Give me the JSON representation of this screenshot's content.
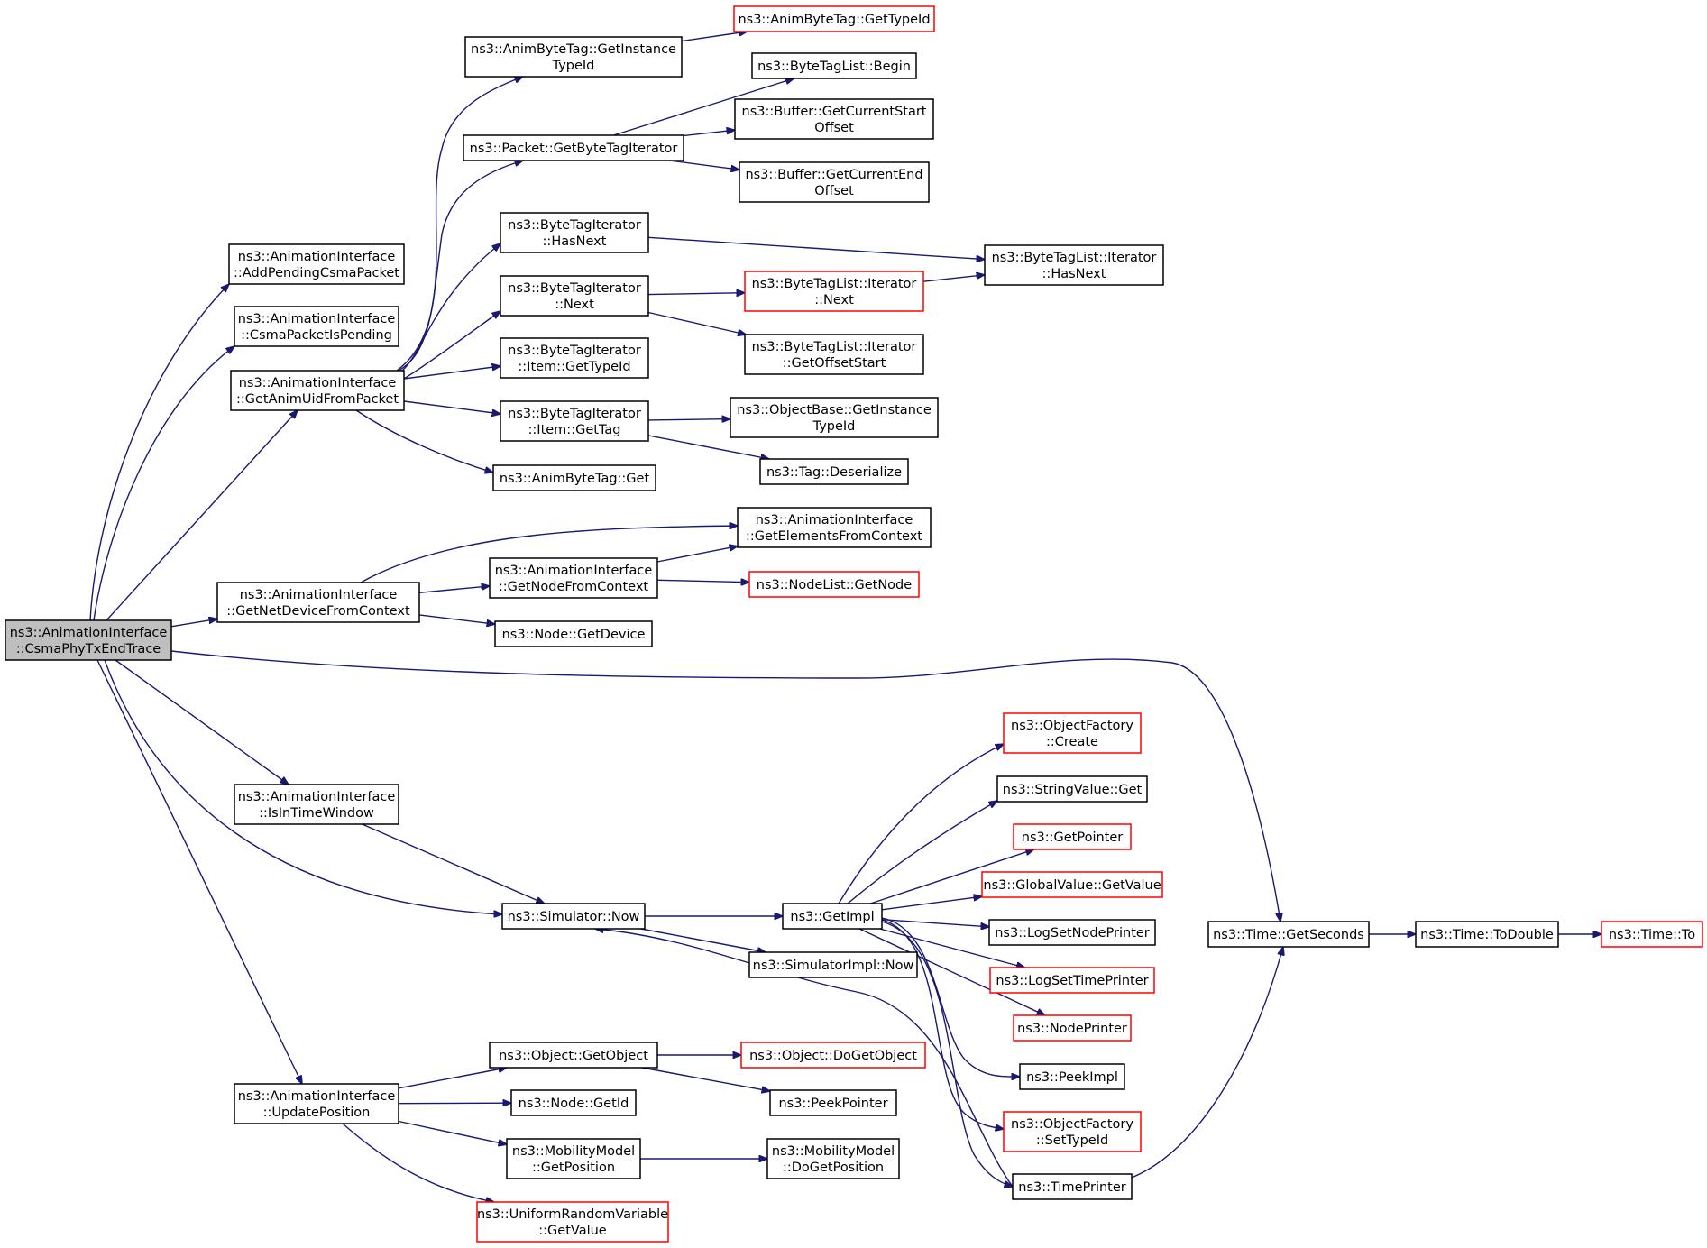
{
  "graph": {
    "root": "root",
    "nodes": [
      {
        "id": "root",
        "lines": [
          "ns3::AnimationInterface",
          "::CsmaPhyTxEndTrace"
        ],
        "style": "root"
      },
      {
        "id": "addPending",
        "lines": [
          "ns3::AnimationInterface",
          "::AddPendingCsmaPacket"
        ],
        "style": "normal"
      },
      {
        "id": "isPending",
        "lines": [
          "ns3::AnimationInterface",
          "::CsmaPacketIsPending"
        ],
        "style": "normal"
      },
      {
        "id": "getAnimUid",
        "lines": [
          "ns3::AnimationInterface",
          "::GetAnimUidFromPacket"
        ],
        "style": "normal"
      },
      {
        "id": "getNetDev",
        "lines": [
          "ns3::AnimationInterface",
          "::GetNetDeviceFromContext"
        ],
        "style": "normal"
      },
      {
        "id": "isInTime",
        "lines": [
          "ns3::AnimationInterface",
          "::IsInTimeWindow"
        ],
        "style": "normal"
      },
      {
        "id": "updatePos",
        "lines": [
          "ns3::AnimationInterface",
          "::UpdatePosition"
        ],
        "style": "normal"
      },
      {
        "id": "abtGetInst",
        "lines": [
          "ns3::AnimByteTag::GetInstance",
          "TypeId"
        ],
        "style": "normal"
      },
      {
        "id": "abtGetTypeId",
        "lines": [
          "ns3::AnimByteTag::GetTypeId"
        ],
        "style": "red"
      },
      {
        "id": "pktGetBTI",
        "lines": [
          "ns3::Packet::GetByteTagIterator"
        ],
        "style": "normal"
      },
      {
        "id": "btlBegin",
        "lines": [
          "ns3::ByteTagList::Begin"
        ],
        "style": "normal"
      },
      {
        "id": "bufStart",
        "lines": [
          "ns3::Buffer::GetCurrentStart",
          "Offset"
        ],
        "style": "normal"
      },
      {
        "id": "bufEnd",
        "lines": [
          "ns3::Buffer::GetCurrentEnd",
          "Offset"
        ],
        "style": "normal"
      },
      {
        "id": "btiHasNext",
        "lines": [
          "ns3::ByteTagIterator",
          "::HasNext"
        ],
        "style": "normal"
      },
      {
        "id": "btliHasNext",
        "lines": [
          "ns3::ByteTagList::Iterator",
          "::HasNext"
        ],
        "style": "normal"
      },
      {
        "id": "btiNext",
        "lines": [
          "ns3::ByteTagIterator",
          "::Next"
        ],
        "style": "normal"
      },
      {
        "id": "btliNext",
        "lines": [
          "ns3::ByteTagList::Iterator",
          "::Next"
        ],
        "style": "red"
      },
      {
        "id": "btliOffset",
        "lines": [
          "ns3::ByteTagList::Iterator",
          "::GetOffsetStart"
        ],
        "style": "normal"
      },
      {
        "id": "btiItemType",
        "lines": [
          "ns3::ByteTagIterator",
          "::Item::GetTypeId"
        ],
        "style": "normal"
      },
      {
        "id": "btiItemTag",
        "lines": [
          "ns3::ByteTagIterator",
          "::Item::GetTag"
        ],
        "style": "normal"
      },
      {
        "id": "obGetInst",
        "lines": [
          "ns3::ObjectBase::GetInstance",
          "TypeId"
        ],
        "style": "normal"
      },
      {
        "id": "tagDeser",
        "lines": [
          "ns3::Tag::Deserialize"
        ],
        "style": "normal"
      },
      {
        "id": "abtGet",
        "lines": [
          "ns3::AnimByteTag::Get"
        ],
        "style": "normal"
      },
      {
        "id": "getElems",
        "lines": [
          "ns3::AnimationInterface",
          "::GetElementsFromContext"
        ],
        "style": "normal"
      },
      {
        "id": "getNodeCtx",
        "lines": [
          "ns3::AnimationInterface",
          "::GetNodeFromContext"
        ],
        "style": "normal"
      },
      {
        "id": "nlGetNode",
        "lines": [
          "ns3::NodeList::GetNode"
        ],
        "style": "red"
      },
      {
        "id": "nodeGetDev",
        "lines": [
          "ns3::Node::GetDevice"
        ],
        "style": "normal"
      },
      {
        "id": "timeGetSec",
        "lines": [
          "ns3::Time::GetSeconds"
        ],
        "style": "normal"
      },
      {
        "id": "timeToDouble",
        "lines": [
          "ns3::Time::ToDouble"
        ],
        "style": "normal"
      },
      {
        "id": "timeTo",
        "lines": [
          "ns3::Time::To"
        ],
        "style": "red"
      },
      {
        "id": "simNow",
        "lines": [
          "ns3::Simulator::Now"
        ],
        "style": "normal"
      },
      {
        "id": "getImpl",
        "lines": [
          "ns3::GetImpl"
        ],
        "style": "normal"
      },
      {
        "id": "simImplNow",
        "lines": [
          "ns3::SimulatorImpl::Now"
        ],
        "style": "normal"
      },
      {
        "id": "ofCreate",
        "lines": [
          "ns3::ObjectFactory",
          "::Create"
        ],
        "style": "red"
      },
      {
        "id": "svGet",
        "lines": [
          "ns3::StringValue::Get"
        ],
        "style": "normal"
      },
      {
        "id": "getPointer",
        "lines": [
          "ns3::GetPointer"
        ],
        "style": "red"
      },
      {
        "id": "gvGetValue",
        "lines": [
          "ns3::GlobalValue::GetValue"
        ],
        "style": "red"
      },
      {
        "id": "logNodePr",
        "lines": [
          "ns3::LogSetNodePrinter"
        ],
        "style": "normal"
      },
      {
        "id": "logTimePr",
        "lines": [
          "ns3::LogSetTimePrinter"
        ],
        "style": "red"
      },
      {
        "id": "nodePrinter",
        "lines": [
          "ns3::NodePrinter"
        ],
        "style": "red"
      },
      {
        "id": "peekImpl",
        "lines": [
          "ns3::PeekImpl"
        ],
        "style": "normal"
      },
      {
        "id": "ofSetType",
        "lines": [
          "ns3::ObjectFactory",
          "::SetTypeId"
        ],
        "style": "red"
      },
      {
        "id": "timePrinter",
        "lines": [
          "ns3::TimePrinter"
        ],
        "style": "normal"
      },
      {
        "id": "objGetObj",
        "lines": [
          "ns3::Object::GetObject"
        ],
        "style": "normal"
      },
      {
        "id": "objDoGetObj",
        "lines": [
          "ns3::Object::DoGetObject"
        ],
        "style": "red"
      },
      {
        "id": "peekPointer",
        "lines": [
          "ns3::PeekPointer"
        ],
        "style": "normal"
      },
      {
        "id": "nodeGetId",
        "lines": [
          "ns3::Node::GetId"
        ],
        "style": "normal"
      },
      {
        "id": "mmGetPos",
        "lines": [
          "ns3::MobilityModel",
          "::GetPosition"
        ],
        "style": "normal"
      },
      {
        "id": "mmDoGetPos",
        "lines": [
          "ns3::MobilityModel",
          "::DoGetPosition"
        ],
        "style": "normal"
      },
      {
        "id": "urvGetValue",
        "lines": [
          "ns3::UniformRandomVariable",
          "::GetValue"
        ],
        "style": "red"
      }
    ],
    "edges": [
      [
        "root",
        "addPending"
      ],
      [
        "root",
        "isPending"
      ],
      [
        "root",
        "getAnimUid"
      ],
      [
        "root",
        "getNetDev"
      ],
      [
        "root",
        "timeGetSec"
      ],
      [
        "root",
        "isInTime"
      ],
      [
        "root",
        "simNow"
      ],
      [
        "root",
        "updatePos"
      ],
      [
        "getAnimUid",
        "abtGetInst"
      ],
      [
        "getAnimUid",
        "pktGetBTI"
      ],
      [
        "getAnimUid",
        "btiHasNext"
      ],
      [
        "getAnimUid",
        "btiNext"
      ],
      [
        "getAnimUid",
        "btiItemType"
      ],
      [
        "getAnimUid",
        "btiItemTag"
      ],
      [
        "getAnimUid",
        "abtGet"
      ],
      [
        "abtGetInst",
        "abtGetTypeId"
      ],
      [
        "pktGetBTI",
        "btlBegin"
      ],
      [
        "pktGetBTI",
        "bufStart"
      ],
      [
        "pktGetBTI",
        "bufEnd"
      ],
      [
        "btiHasNext",
        "btliHasNext"
      ],
      [
        "btiNext",
        "btliNext"
      ],
      [
        "btiNext",
        "btliOffset"
      ],
      [
        "btliNext",
        "btliHasNext"
      ],
      [
        "btiItemTag",
        "obGetInst"
      ],
      [
        "btiItemTag",
        "tagDeser"
      ],
      [
        "getNetDev",
        "getElems"
      ],
      [
        "getNetDev",
        "getNodeCtx"
      ],
      [
        "getNetDev",
        "nodeGetDev"
      ],
      [
        "getNodeCtx",
        "getElems"
      ],
      [
        "getNodeCtx",
        "nlGetNode"
      ],
      [
        "isInTime",
        "simNow"
      ],
      [
        "simNow",
        "getImpl"
      ],
      [
        "simNow",
        "simImplNow"
      ],
      [
        "getImpl",
        "ofCreate"
      ],
      [
        "getImpl",
        "svGet"
      ],
      [
        "getImpl",
        "getPointer"
      ],
      [
        "getImpl",
        "gvGetValue"
      ],
      [
        "getImpl",
        "logNodePr"
      ],
      [
        "getImpl",
        "logTimePr"
      ],
      [
        "getImpl",
        "nodePrinter"
      ],
      [
        "getImpl",
        "peekImpl"
      ],
      [
        "getImpl",
        "ofSetType"
      ],
      [
        "getImpl",
        "timePrinter"
      ],
      [
        "timePrinter",
        "simNow"
      ],
      [
        "timePrinter",
        "timeGetSec"
      ],
      [
        "timeGetSec",
        "timeToDouble"
      ],
      [
        "timeToDouble",
        "timeTo"
      ],
      [
        "updatePos",
        "objGetObj"
      ],
      [
        "updatePos",
        "nodeGetId"
      ],
      [
        "updatePos",
        "mmGetPos"
      ],
      [
        "updatePos",
        "urvGetValue"
      ],
      [
        "objGetObj",
        "objDoGetObj"
      ],
      [
        "objGetObj",
        "peekPointer"
      ],
      [
        "mmGetPos",
        "mmDoGetPos"
      ]
    ]
  }
}
